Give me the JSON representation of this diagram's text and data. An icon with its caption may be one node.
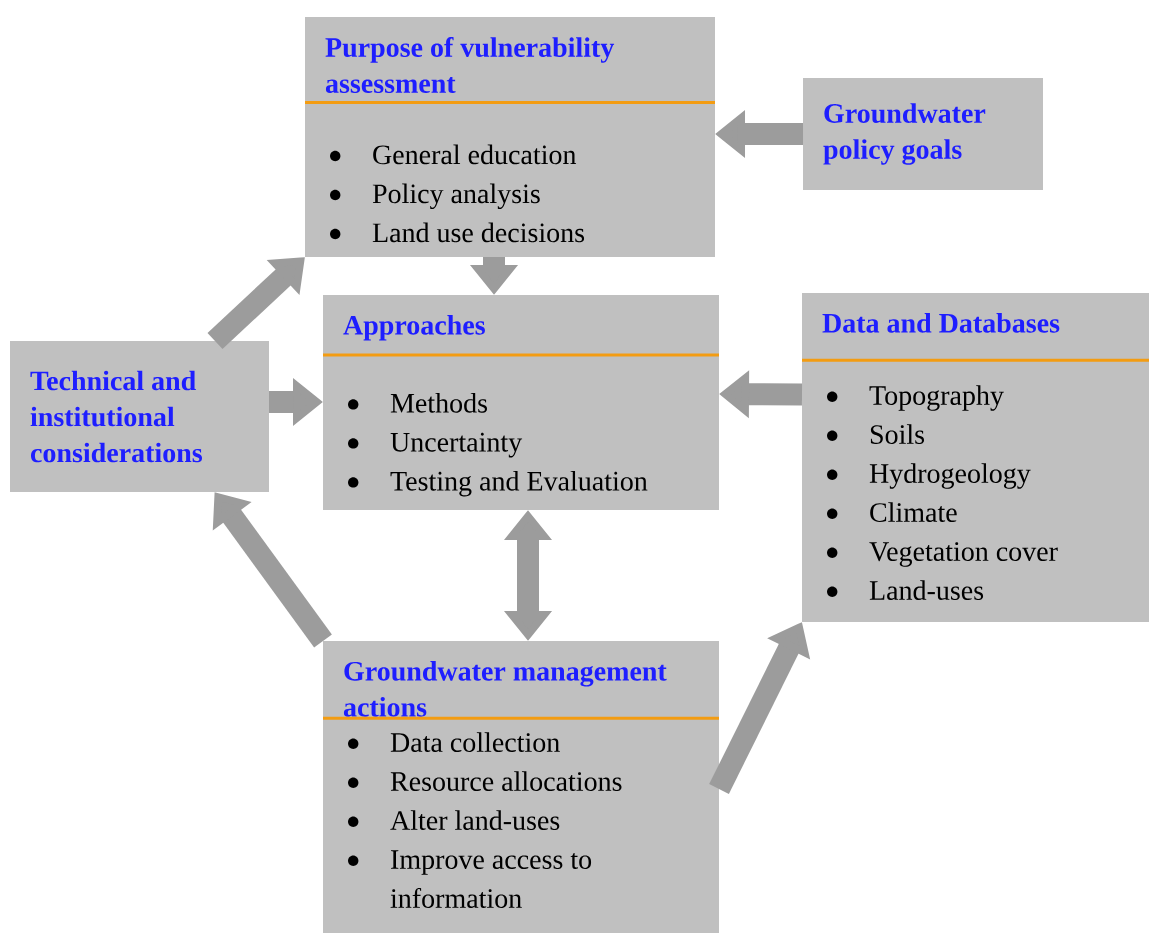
{
  "diagram": {
    "nodes": [
      {
        "text": [
          "Purpose of vulnerability assessment",
          "General education",
          "Policy analysis",
          "Land use decisions"
        ]
      },
      {
        "text": [
          "Groundwater policy goals"
        ]
      },
      {
        "text": [
          "Approaches",
          "Methods",
          "Uncertainty",
          "Testing and Evaluation"
        ]
      },
      {
        "text": [
          "Technical and institutional considerations"
        ]
      },
      {
        "text": [
          "Data and Databases",
          "Topography",
          "Soils",
          "Hydrogeology",
          "Climate",
          "Vegetation cover",
          "Land-uses"
        ]
      },
      {
        "text": [
          "Groundwater management actions",
          "Data collection",
          "Resource allocations",
          "Alter land-uses",
          "Improve access to information"
        ]
      }
    ],
    "edges": [
      {
        "from": 1,
        "to": 0,
        "arrow": "to"
      },
      {
        "from": 0,
        "to": 2,
        "arrow": "to"
      },
      {
        "from": 4,
        "to": 2,
        "arrow": "to"
      },
      {
        "from": 3,
        "to": 0,
        "arrow": "to"
      },
      {
        "from": 3,
        "to": 2,
        "arrow": "to"
      },
      {
        "from": 2,
        "to": 5,
        "arrow": "both"
      },
      {
        "from": 5,
        "to": 3,
        "arrow": "to"
      },
      {
        "from": 5,
        "to": 4,
        "arrow": "to"
      }
    ]
  }
}
